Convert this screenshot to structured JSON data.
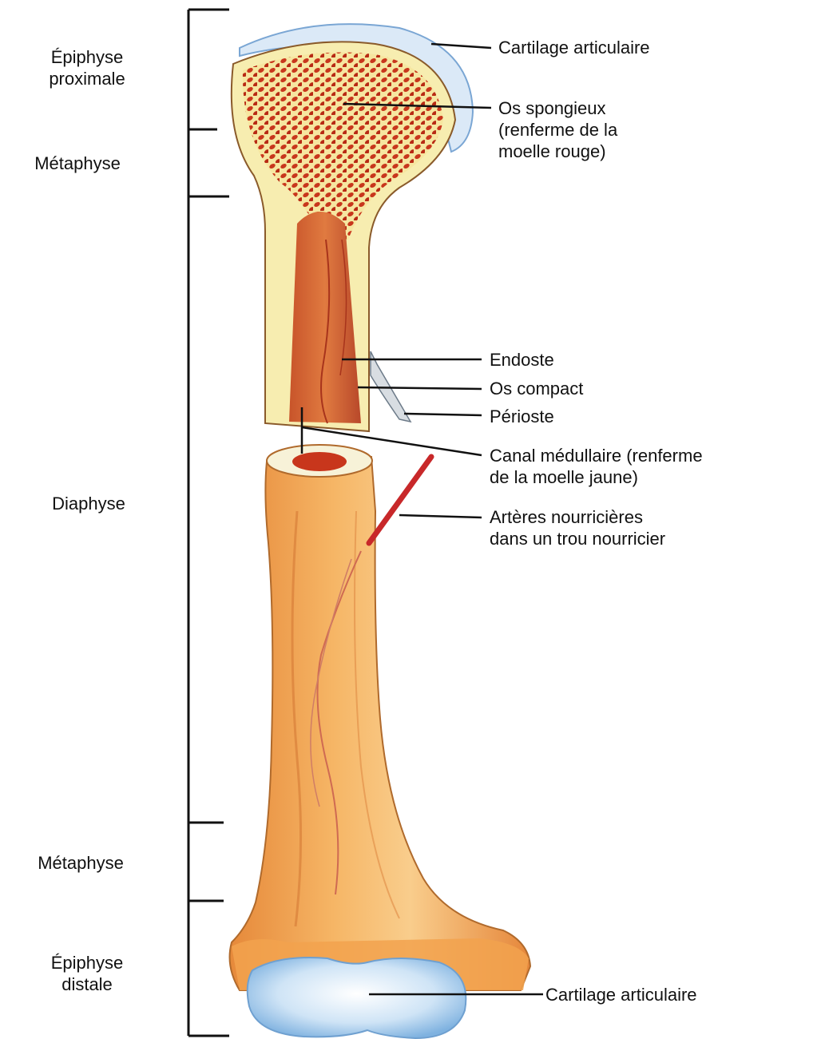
{
  "regions": {
    "epiphyse_proximale": [
      "Épiphyse",
      "proximale"
    ],
    "metaphyse_proximale": "Métaphyse",
    "diaphyse": "Diaphyse",
    "metaphyse_distale": "Métaphyse",
    "epiphyse_distale": [
      "Épiphyse",
      "distale"
    ]
  },
  "callouts": {
    "cartilage_articulaire_top": "Cartilage articulaire",
    "os_spongieux": [
      "Os spongieux",
      "(renferme de la",
      "moelle rouge)"
    ],
    "endoste": "Endoste",
    "os_compact": "Os compact",
    "perioste": "Périoste",
    "canal_medullaire": [
      "Canal médullaire (renferme",
      "de la moelle jaune)"
    ],
    "arteres": [
      "Artères nourricières",
      "dans un trou nourricier"
    ],
    "cartilage_articulaire_bottom": "Cartilage articulaire"
  },
  "colors": {
    "bone": "#f2a24e",
    "bone_light": "#f8c987",
    "compact": "#f7edb0",
    "spongy": "#c8361c",
    "cartilage": "#cfe4f6",
    "artery": "#c8282a"
  }
}
